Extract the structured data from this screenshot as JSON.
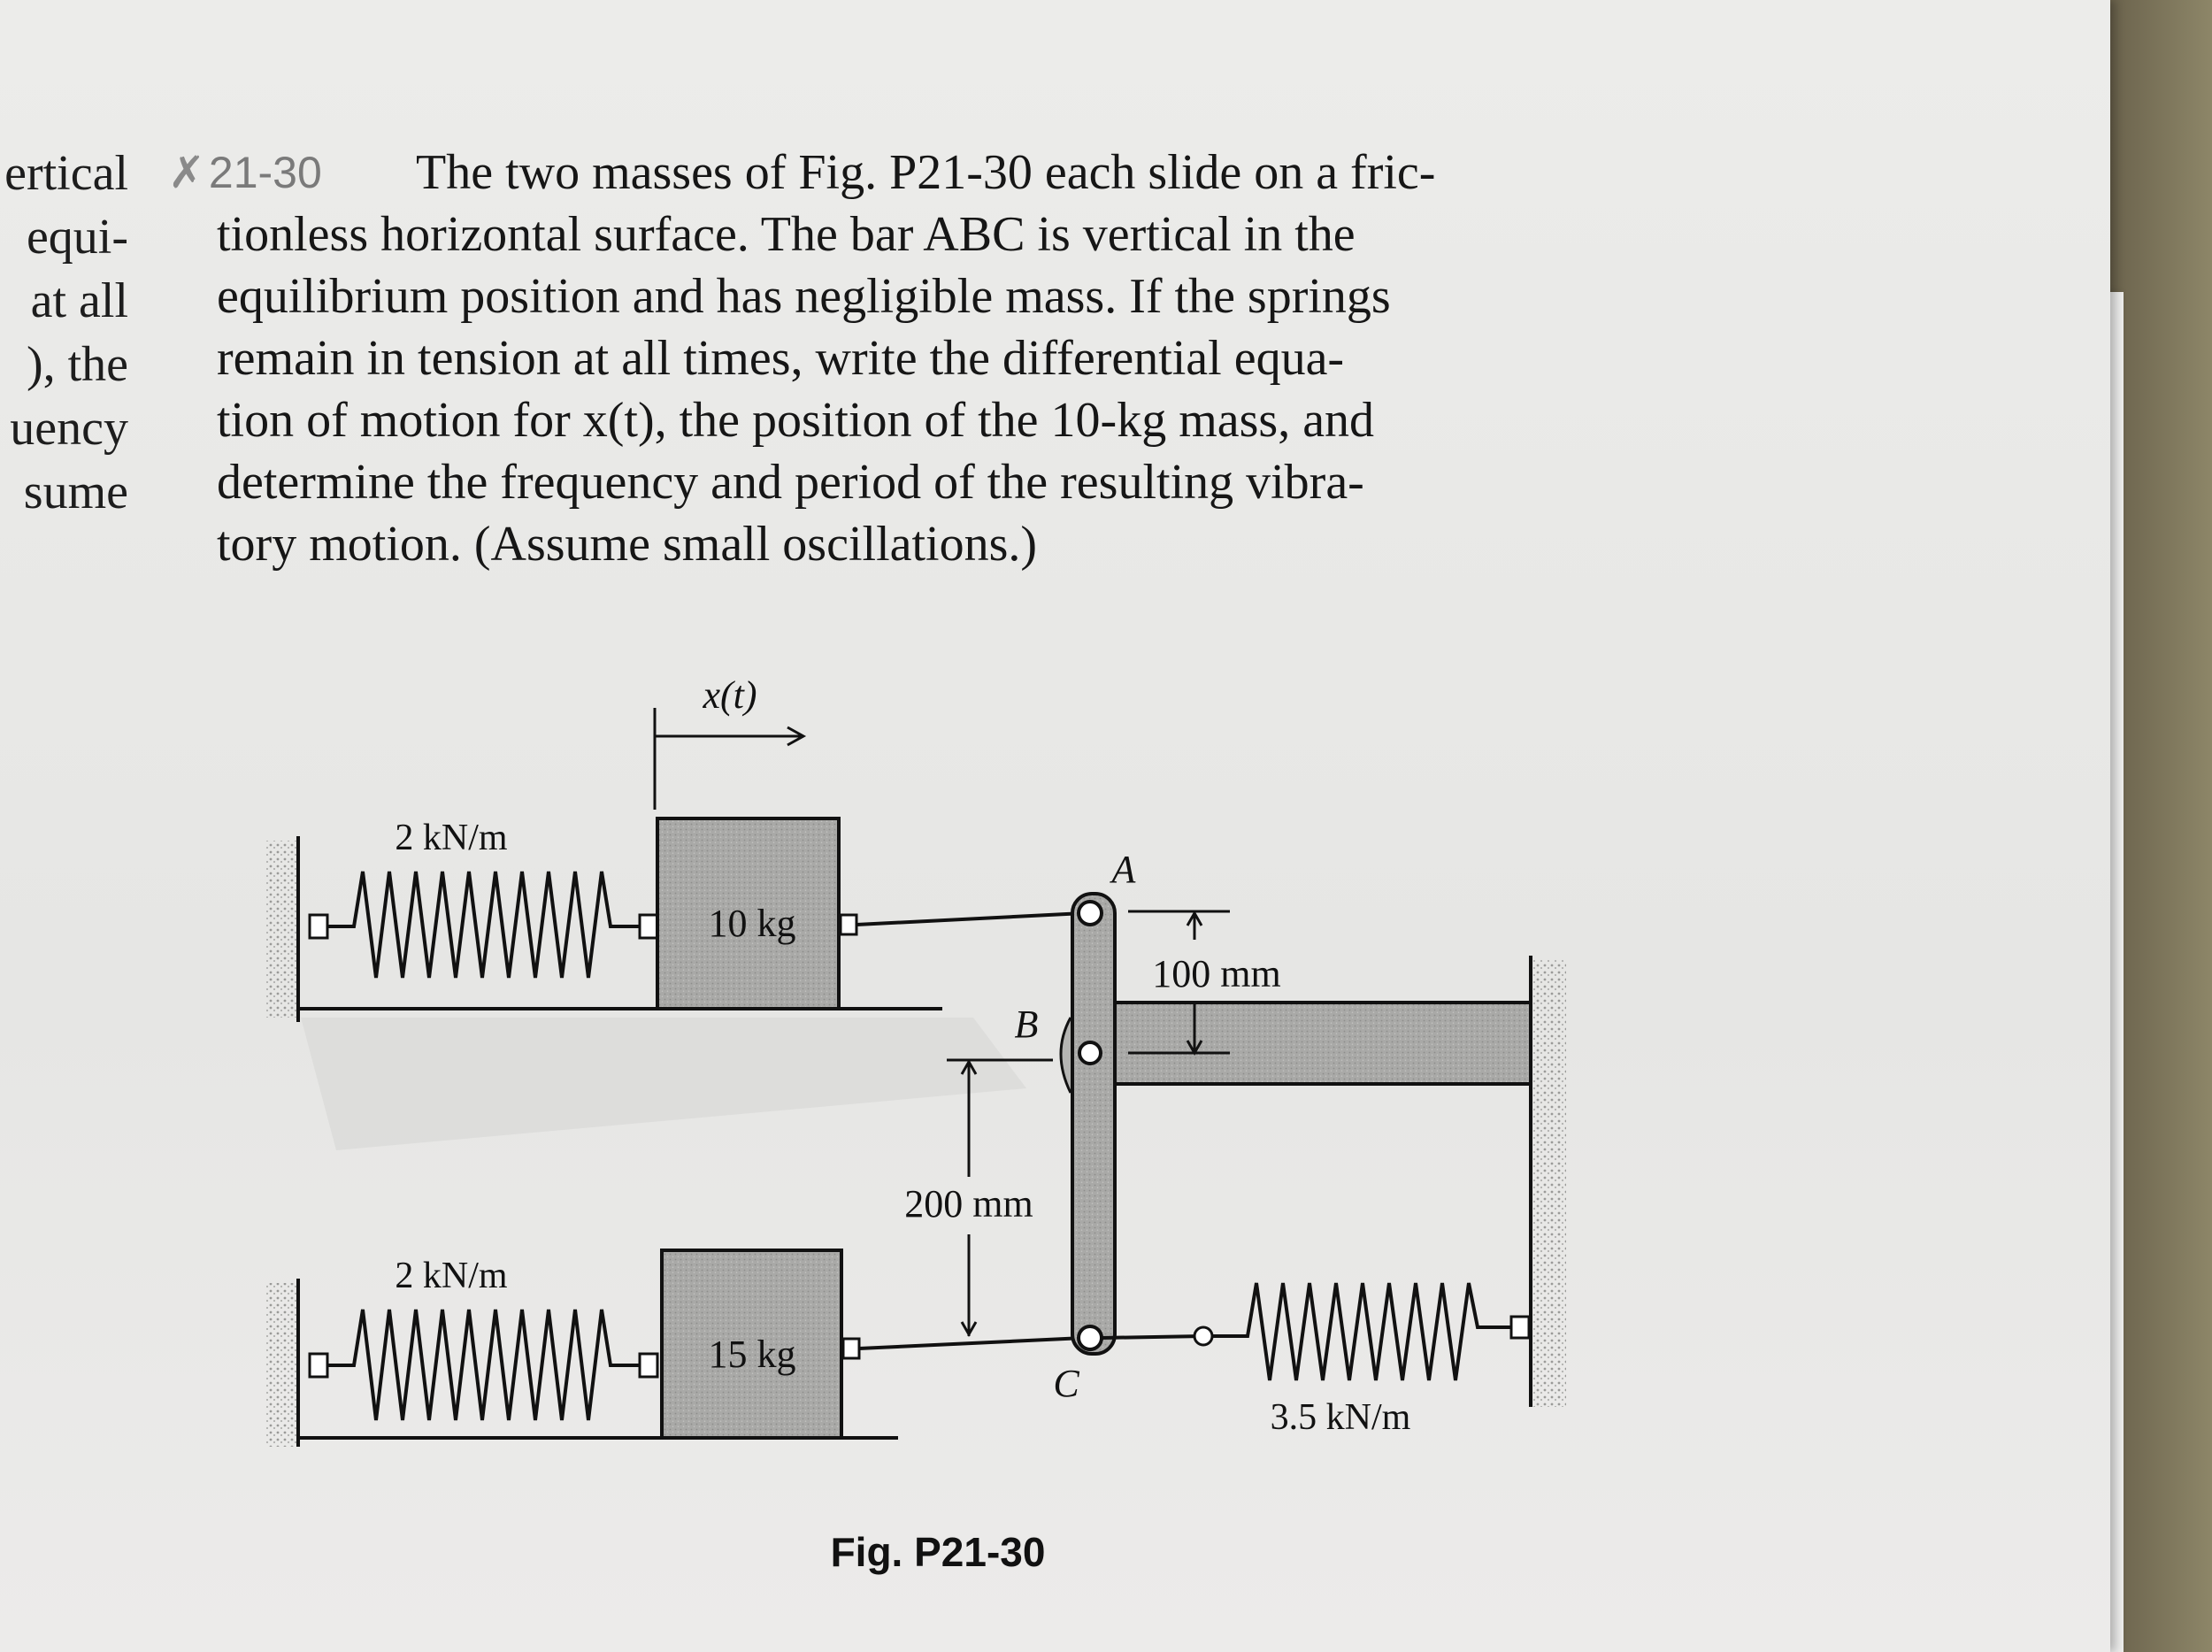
{
  "margin_fragments": [
    "ertical",
    "equi-",
    "at all",
    "), the",
    "uency",
    "sume"
  ],
  "problem": {
    "number": "21-30",
    "lines": [
      "The two masses of Fig. P21-30 each slide on a fric-",
      "tionless horizontal surface. The bar ABC is vertical in the",
      "equilibrium position and has negligible mass. If the springs",
      "remain in tension at all times, write the differential equa-",
      "tion of motion for x(t), the position of the 10-kg mass, and",
      "determine the frequency and period of the resulting vibra-",
      "tory motion. (Assume small oscillations.)"
    ]
  },
  "figure": {
    "displacement_label": "x(t)",
    "upper_spring_label": "2 kN/m",
    "lower_spring_label": "2 kN/m",
    "right_spring_label": "3.5 kN/m",
    "upper_mass_label": "10 kg",
    "lower_mass_label": "15 kg",
    "point_a": "A",
    "point_b": "B",
    "point_c": "C",
    "dim_ab": "100 mm",
    "dim_bc": "200 mm",
    "caption": "Fig. P21-30"
  },
  "colors": {
    "paper": "#e9e9e7",
    "block": "#a7a7a5",
    "ink": "#161616"
  }
}
